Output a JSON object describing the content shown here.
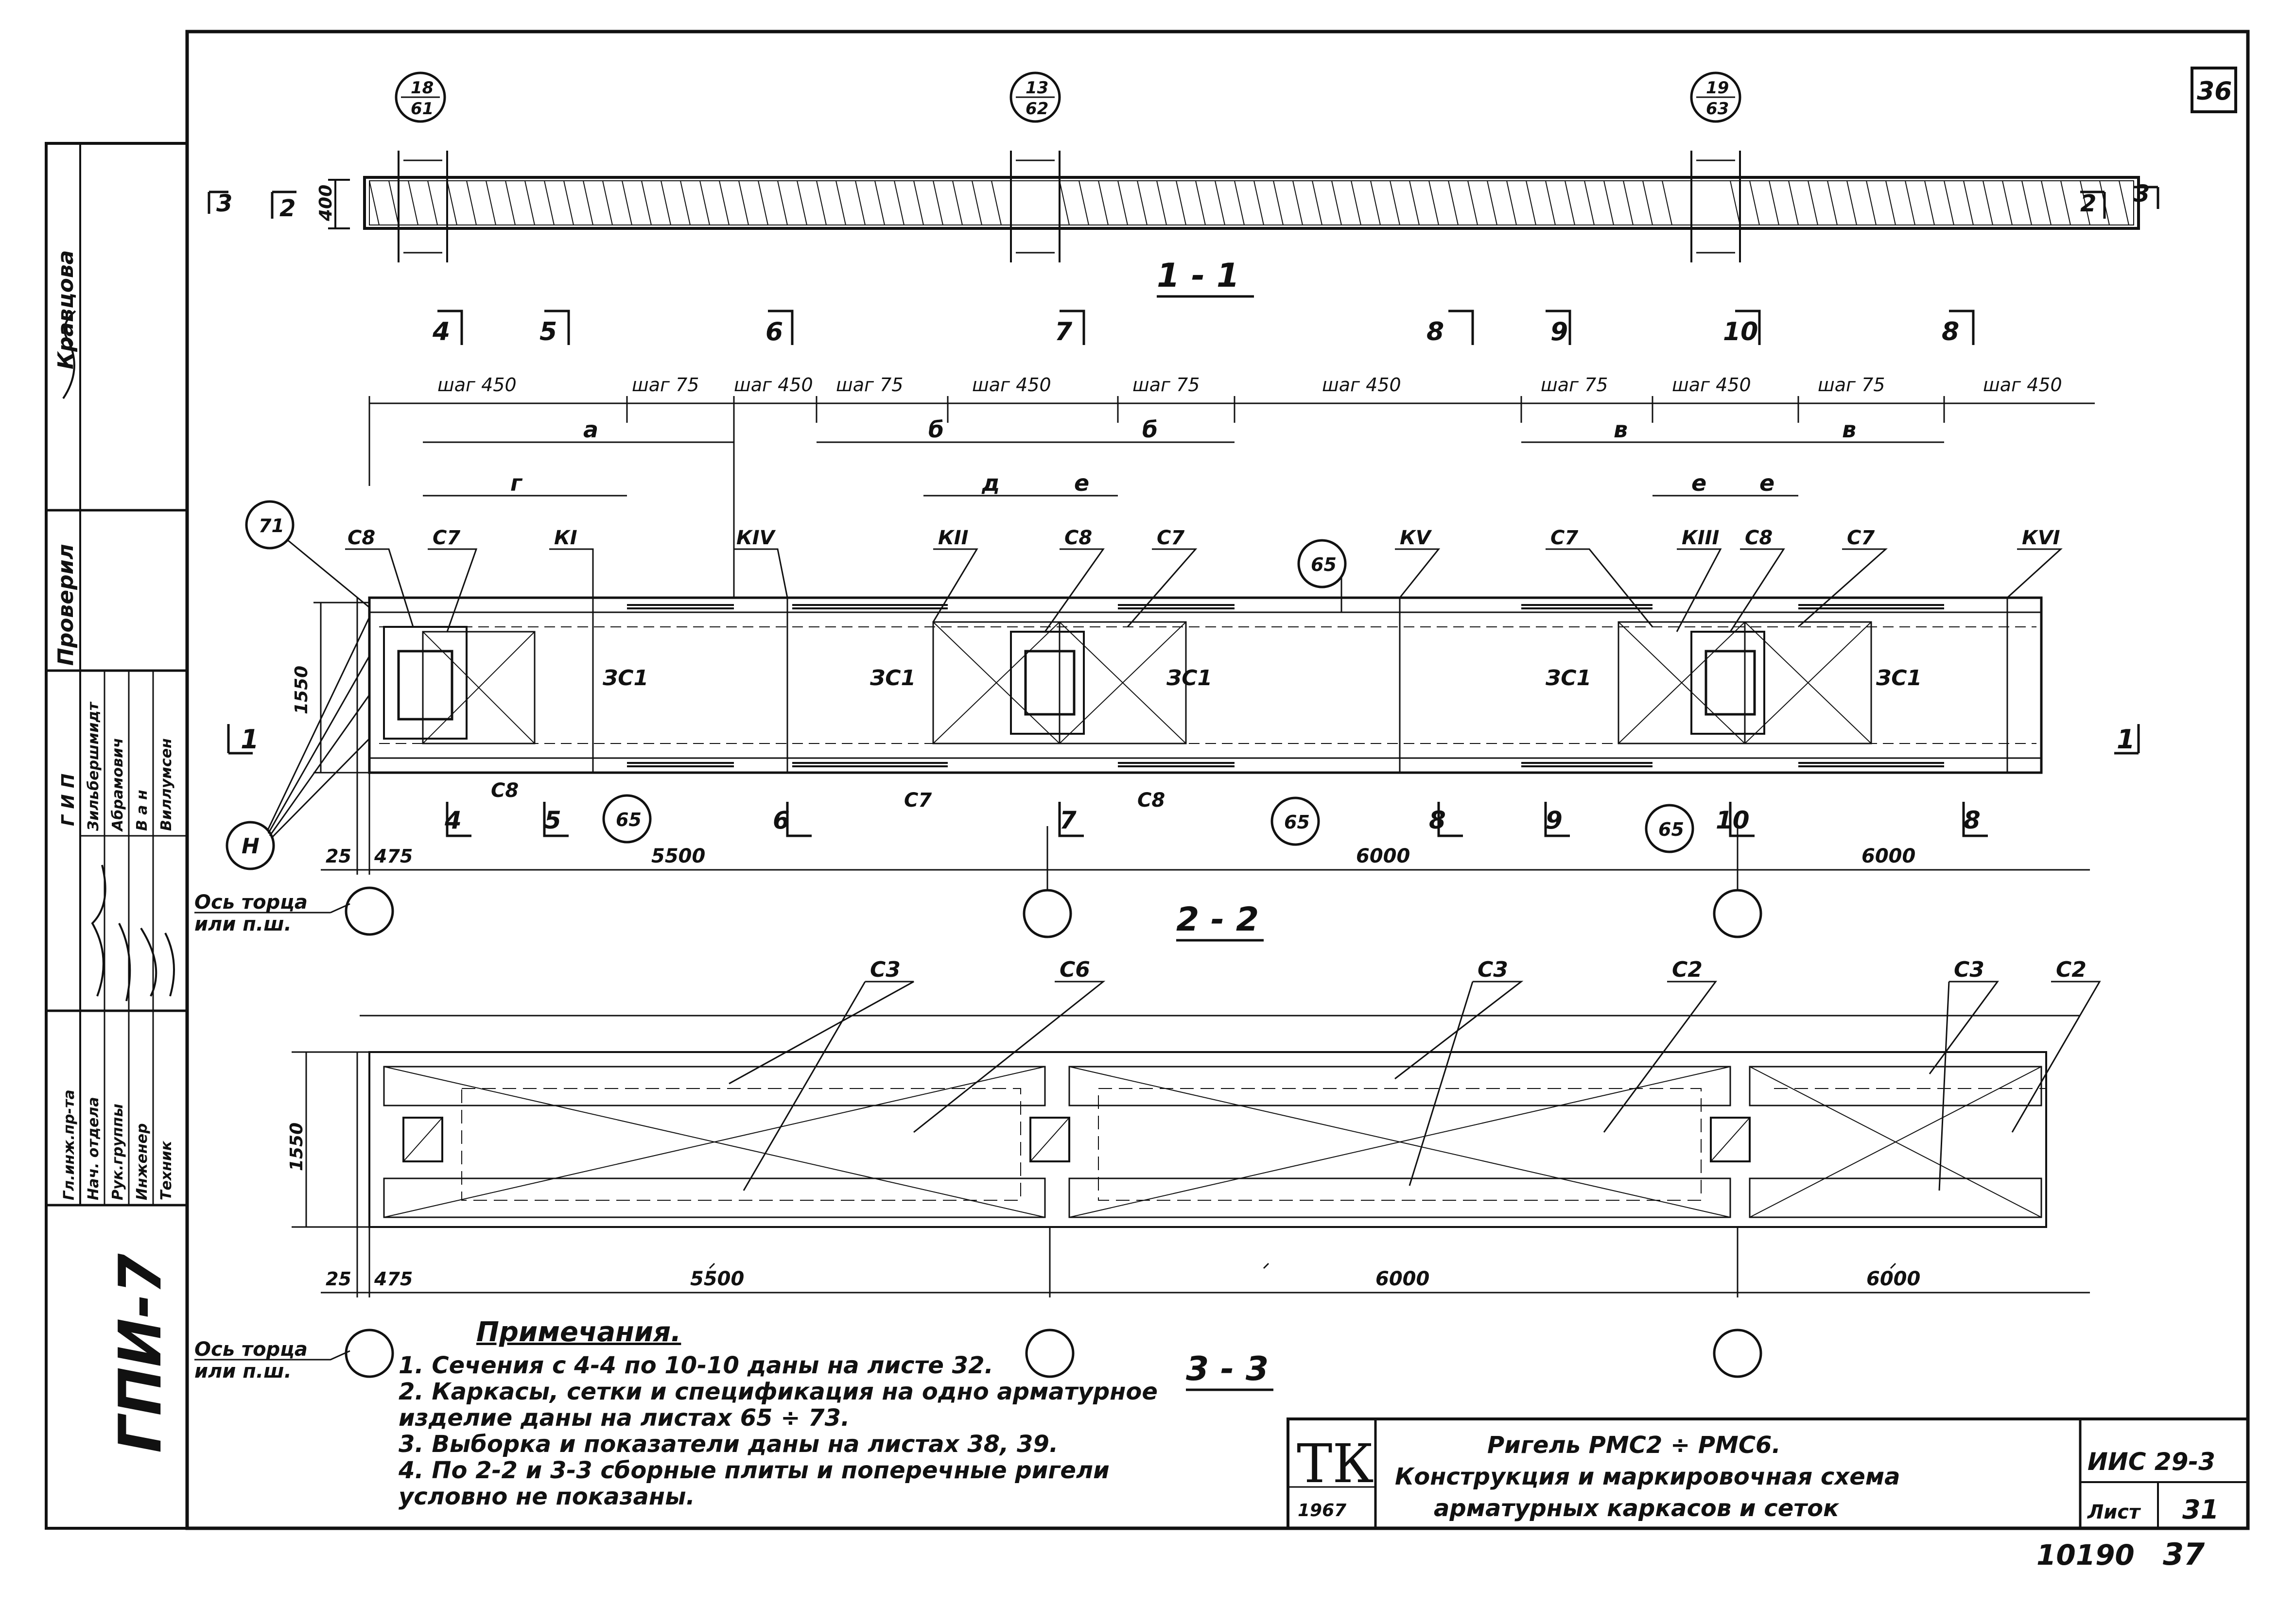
{
  "sheet": {
    "corner_number": "36",
    "sheet_label": "Лист",
    "sheet_number": "31",
    "series": "ИИС 29-3",
    "stamp_year": "1967",
    "stamp_logo": "ТК",
    "bottom_number_a": "10190",
    "bottom_number_b": "37",
    "institute": "ГПИ-7"
  },
  "title_block": {
    "line1": "Ригель РМС2 ÷ РМС6.",
    "line2": "Конструкция и маркировочная схема",
    "line3": "арматурных каркасов и сеток"
  },
  "left_panel": {
    "top_name": "Кравцова",
    "checked_label": "Проверил",
    "roles": [
      "Гл.инж.пр-та",
      "Нач. отдела",
      "Рук.группы",
      "Инженер",
      "Техник"
    ],
    "gip_label": "Г И П",
    "names": [
      "Зильбершмидт",
      "Абрамович",
      "В а н",
      "Виллумсен"
    ]
  },
  "section_1_1": {
    "label": "1 - 1",
    "height_dim": "400",
    "cut_left_3": "3",
    "cut_left_2": "2",
    "cut_right_2": "2",
    "cut_right_3": "3",
    "callouts": [
      {
        "top": "18",
        "bottom": "61"
      },
      {
        "top": "13",
        "bottom": "62"
      },
      {
        "top": "19",
        "bottom": "63"
      }
    ]
  },
  "section_2_2": {
    "label": "2 - 2",
    "width_dim": "1550",
    "cut_marks_top": [
      "4",
      "5",
      "6",
      "7",
      "8",
      "9",
      "10",
      "8"
    ],
    "cut_marks_bottom": [
      "4",
      "5",
      "6",
      "7",
      "8",
      "9",
      "10",
      "8"
    ],
    "pitch_labels": [
      "шаг 450",
      "шаг 75",
      "шаг 450",
      "шаг 75",
      "шаг 450",
      "шаг 75",
      "шаг 450",
      "шаг 75",
      "шаг 450",
      "шаг 75",
      "шаг 450"
    ],
    "zone_letters": [
      "а",
      "б",
      "б",
      "в",
      "в"
    ],
    "sub_letters": [
      "г",
      "д",
      "е",
      "е",
      "е"
    ],
    "frame_labels": [
      "С8",
      "С7",
      "КI",
      "КIV",
      "КII",
      "С8",
      "С7",
      "КV",
      "С7",
      "КIII",
      "С8",
      "С7",
      "КVI"
    ],
    "mesh_labels": [
      "ЗС1",
      "ЗС1",
      "ЗС1",
      "ЗС1",
      "ЗС1"
    ],
    "bottom_labels": [
      "С8",
      "С7",
      "С8"
    ],
    "circles": [
      "71",
      "65",
      "65",
      "65",
      "65",
      "Н"
    ],
    "dims": [
      "25",
      "475",
      "5500",
      "6000",
      "6000"
    ],
    "axis_note_1": "Ось торца",
    "axis_note_2": "или п.ш.",
    "cut_1": "1"
  },
  "section_3_3": {
    "label": "3 - 3",
    "width_dim": "1550",
    "mesh_labels": [
      "С3",
      "С6",
      "С3",
      "С2",
      "С3",
      "С2"
    ],
    "dims": [
      "25",
      "475",
      "5500",
      "6000",
      "6000"
    ],
    "axis_note_1": "Ось торца",
    "axis_note_2": "или п.ш."
  },
  "notes": {
    "title": "Примечания.",
    "items": [
      "1. Сечения с 4-4 по 10-10 даны на листе 32.",
      "2. Каркасы, сетки и спецификация на одно арматурное изделие даны на листах 65 ÷ 73.",
      "3. Выборка и показатели даны на листах 38, 39.",
      "4. По 2-2 и 3-3 сборные плиты и поперечные ригели условно не показаны."
    ]
  }
}
